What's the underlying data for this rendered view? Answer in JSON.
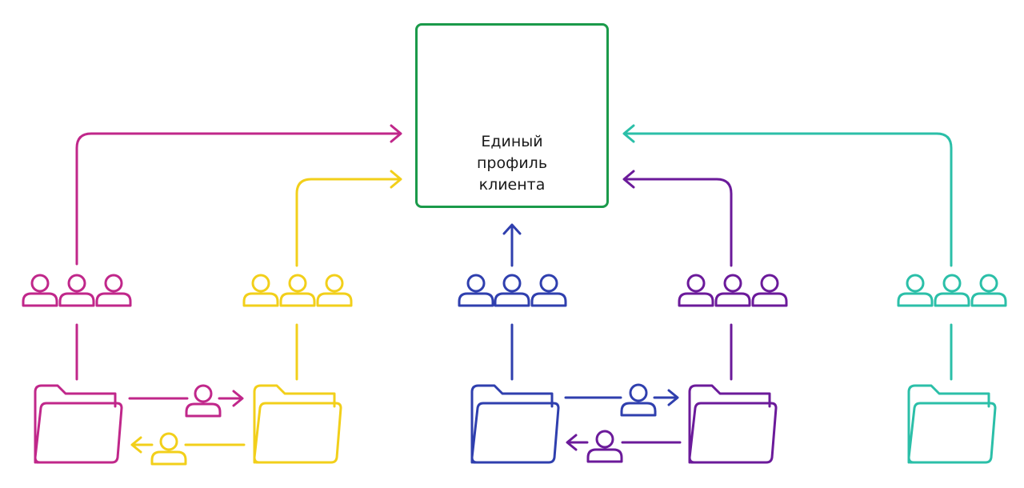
{
  "profile": {
    "lines": [
      "Единый",
      "профиль",
      "клиента"
    ],
    "icon": "user-circle-icon"
  },
  "colors": {
    "profile": "#1a9a4a",
    "magenta": "#c0278a",
    "yellow": "#f2cf1a",
    "blue": "#2f3fae",
    "purple": "#6b1a9a",
    "teal": "#2bbfa8"
  },
  "groups": [
    {
      "id": "magenta",
      "icon": "users-group-icon",
      "folder_icon": "folder-icon"
    },
    {
      "id": "yellow",
      "icon": "users-group-icon",
      "folder_icon": "folder-icon"
    },
    {
      "id": "blue",
      "icon": "users-group-icon",
      "folder_icon": "folder-icon"
    },
    {
      "id": "purple",
      "icon": "users-group-icon",
      "folder_icon": "folder-icon"
    },
    {
      "id": "teal",
      "icon": "users-group-icon",
      "folder_icon": "folder-icon"
    }
  ]
}
